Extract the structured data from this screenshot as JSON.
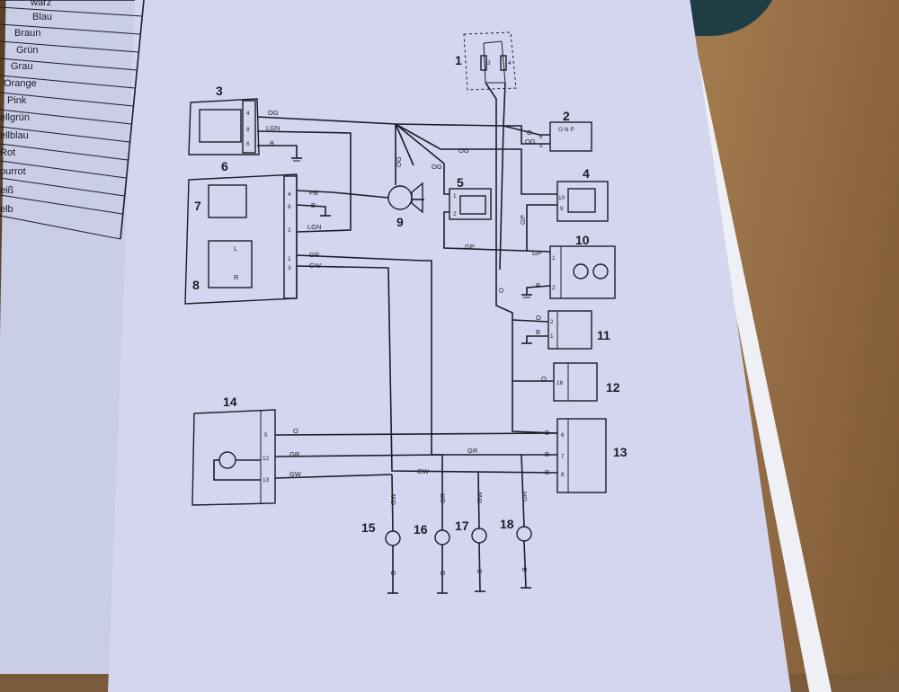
{
  "legend": [
    "warz",
    "Blau",
    "Braun",
    "Grün",
    "Grau",
    "Orange",
    "Pink",
    "ellgrün",
    "ellblau",
    "Rot",
    "purrot",
    "eiß",
    "elb"
  ],
  "components": {
    "c1": "1",
    "c2": "2",
    "c3": "3",
    "c4": "4",
    "c5": "5",
    "c6": "6",
    "c7": "7",
    "c8": "8",
    "c9": "9",
    "c10": "10",
    "c11": "11",
    "c12": "12",
    "c13": "13",
    "c14": "14",
    "c15": "15",
    "c16": "16",
    "c17": "17",
    "c18": "18"
  },
  "wires": {
    "og": "OG",
    "o": "O",
    "lgn": "LGN",
    "b": "B",
    "pb": "PB",
    "gr": "GR",
    "gw": "GW",
    "gp": "GP"
  },
  "pins": {
    "p1": "1",
    "p2": "2",
    "p3": "3",
    "p4": "4",
    "p5": "5",
    "p6": "6",
    "p7": "7",
    "p8": "8",
    "p9": "9",
    "p10": "10",
    "p12": "12",
    "p13": "13",
    "p16": "16",
    "l": "L",
    "r": "R",
    "onp": "O N P"
  }
}
